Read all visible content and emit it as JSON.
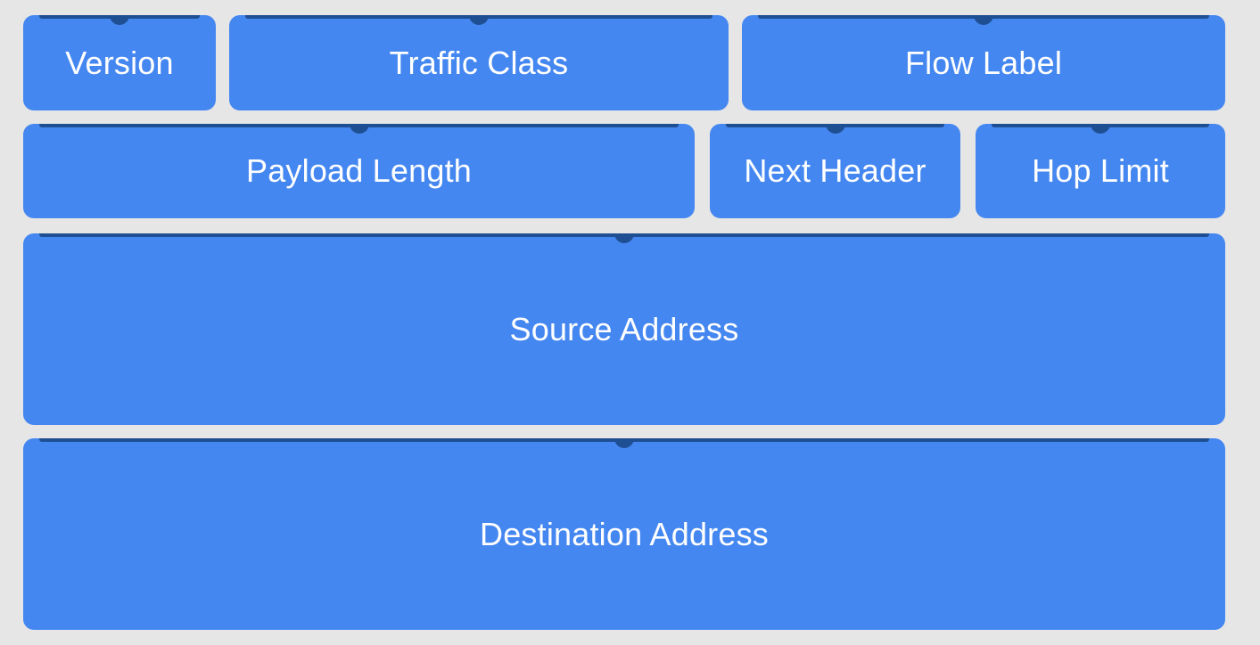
{
  "header_fields": {
    "version": "Version",
    "traffic_class": "Traffic Class",
    "flow_label": "Flow Label",
    "payload_length": "Payload Length",
    "next_header": "Next Header",
    "hop_limit": "Hop Limit",
    "source_address": "Source Address",
    "destination_address": "Destination Address"
  },
  "colors": {
    "background": "#e6e6e6",
    "field_fill": "#4587f0",
    "field_rail": "#1f4f93",
    "label_text": "#ffffff"
  }
}
